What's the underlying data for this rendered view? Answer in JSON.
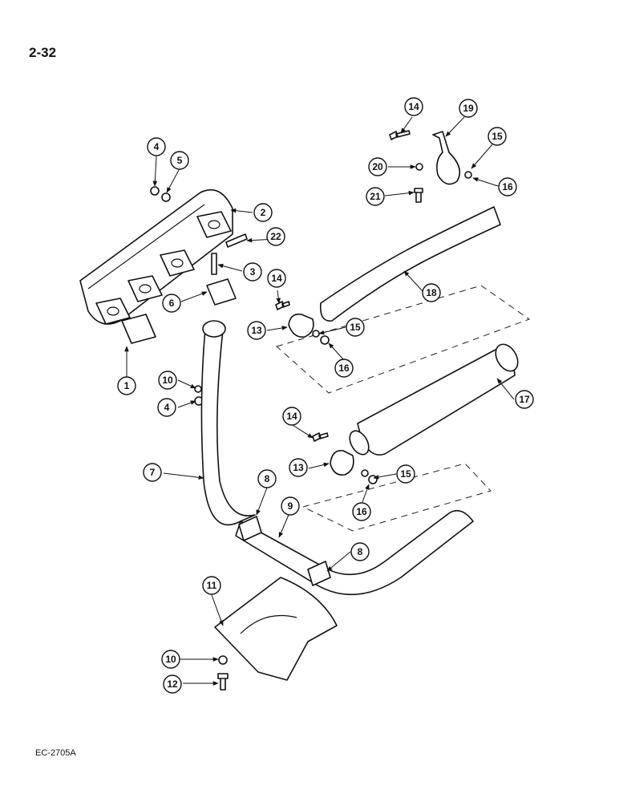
{
  "page": {
    "number": "2-32",
    "code": "EC-2705A"
  },
  "callouts": [
    "1",
    "2",
    "3",
    "4",
    "5",
    "6",
    "7",
    "8",
    "9",
    "10",
    "11",
    "12",
    "13",
    "14",
    "15",
    "16",
    "17",
    "18",
    "19",
    "20",
    "21",
    "22"
  ]
}
